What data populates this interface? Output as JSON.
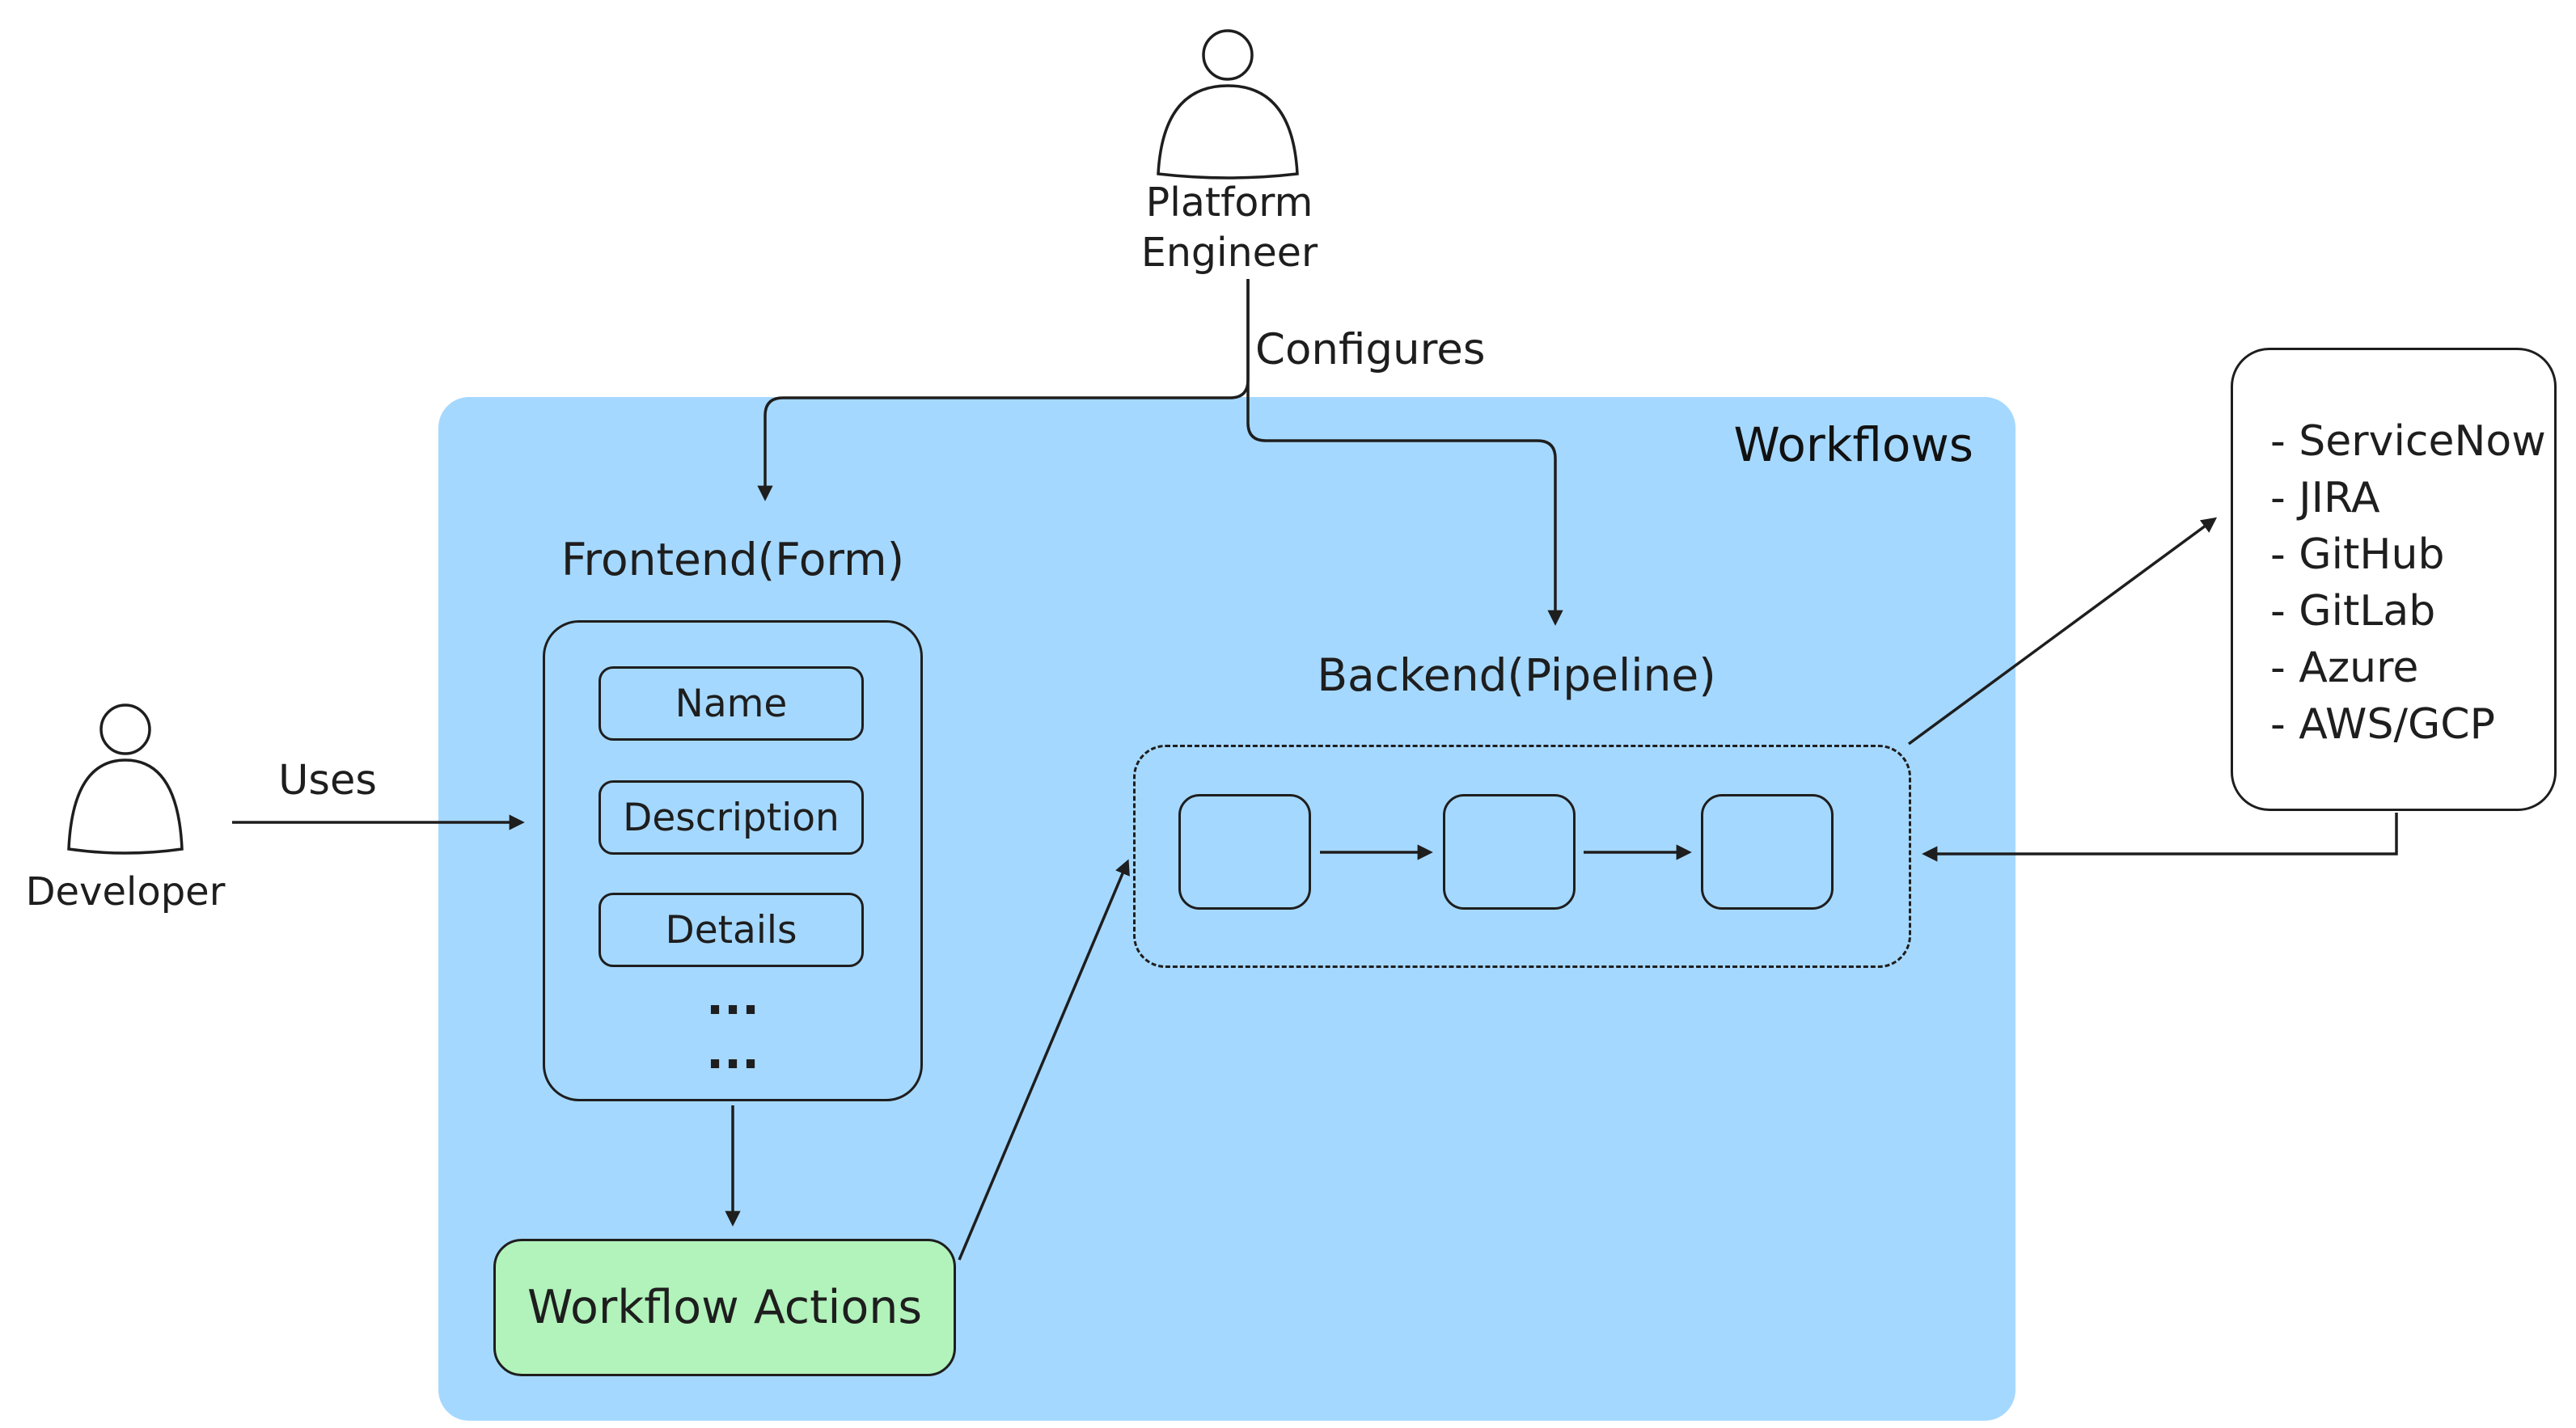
{
  "workflows": {
    "label": "Workflows"
  },
  "actors": {
    "platform_engineer": {
      "line1": "Platform",
      "line2": "Engineer"
    },
    "developer": {
      "label": "Developer"
    }
  },
  "edges": {
    "configures": "Configures",
    "uses": "Uses"
  },
  "frontend": {
    "title": "Frontend(Form)",
    "fields": [
      "Name",
      "Description",
      "Details"
    ],
    "ellipsis1": "...",
    "ellipsis2": "..."
  },
  "backend": {
    "title": "Backend(Pipeline)"
  },
  "workflow_actions": {
    "label": "Workflow Actions"
  },
  "integrations": {
    "items": [
      "- ServiceNow",
      "- JIRA",
      "- GitHub",
      "- GitLab",
      "- Azure",
      "- AWS/GCP"
    ]
  },
  "colors": {
    "workflows_fill": "#a5d8ff",
    "workflow_actions_fill": "#b2f2bb",
    "integrations_fill": "#ffffff",
    "stroke": "#1e1e1e"
  }
}
